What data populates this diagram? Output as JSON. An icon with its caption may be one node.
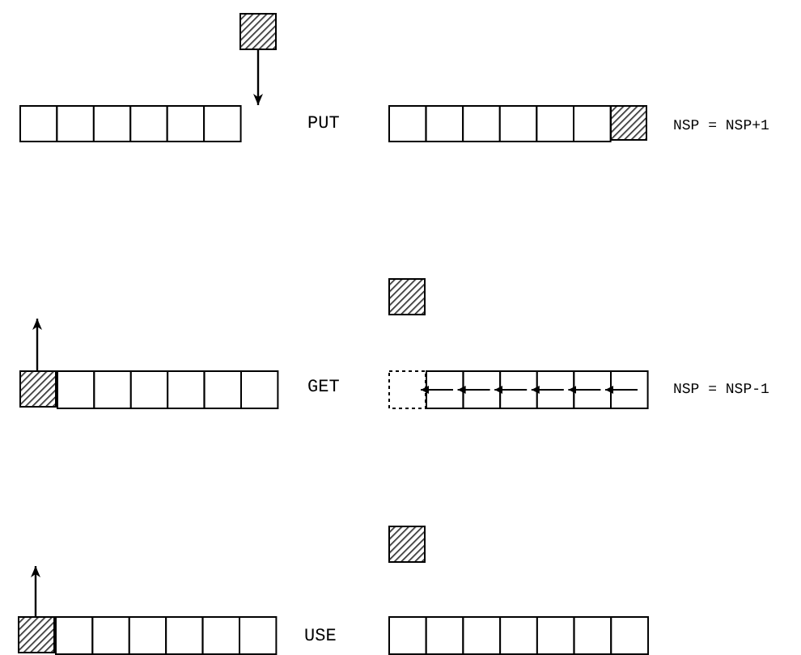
{
  "diagram": {
    "nodes": [
      {
        "text": [],
        "shape": "box"
      },
      {
        "text": [],
        "shape": "bar"
      },
      {
        "text": [],
        "shape": "box"
      },
      {
        "text": [],
        "shape": "box"
      },
      {
        "text": [],
        "shape": "box"
      },
      {
        "text": [],
        "shape": "box"
      },
      {
        "text": [],
        "shape": "box"
      }
    ],
    "edges": [
      {
        "from": 0,
        "to": 1,
        "arrow": "to"
      },
      {
        "from": 3,
        "to": null,
        "arrow": "to"
      },
      {
        "from": 5,
        "to": null,
        "arrow": "to"
      }
    ],
    "labels": [
      "PUT",
      "NSP = NSP+1",
      "GET",
      "NSP = NSP-1",
      "USE"
    ]
  }
}
